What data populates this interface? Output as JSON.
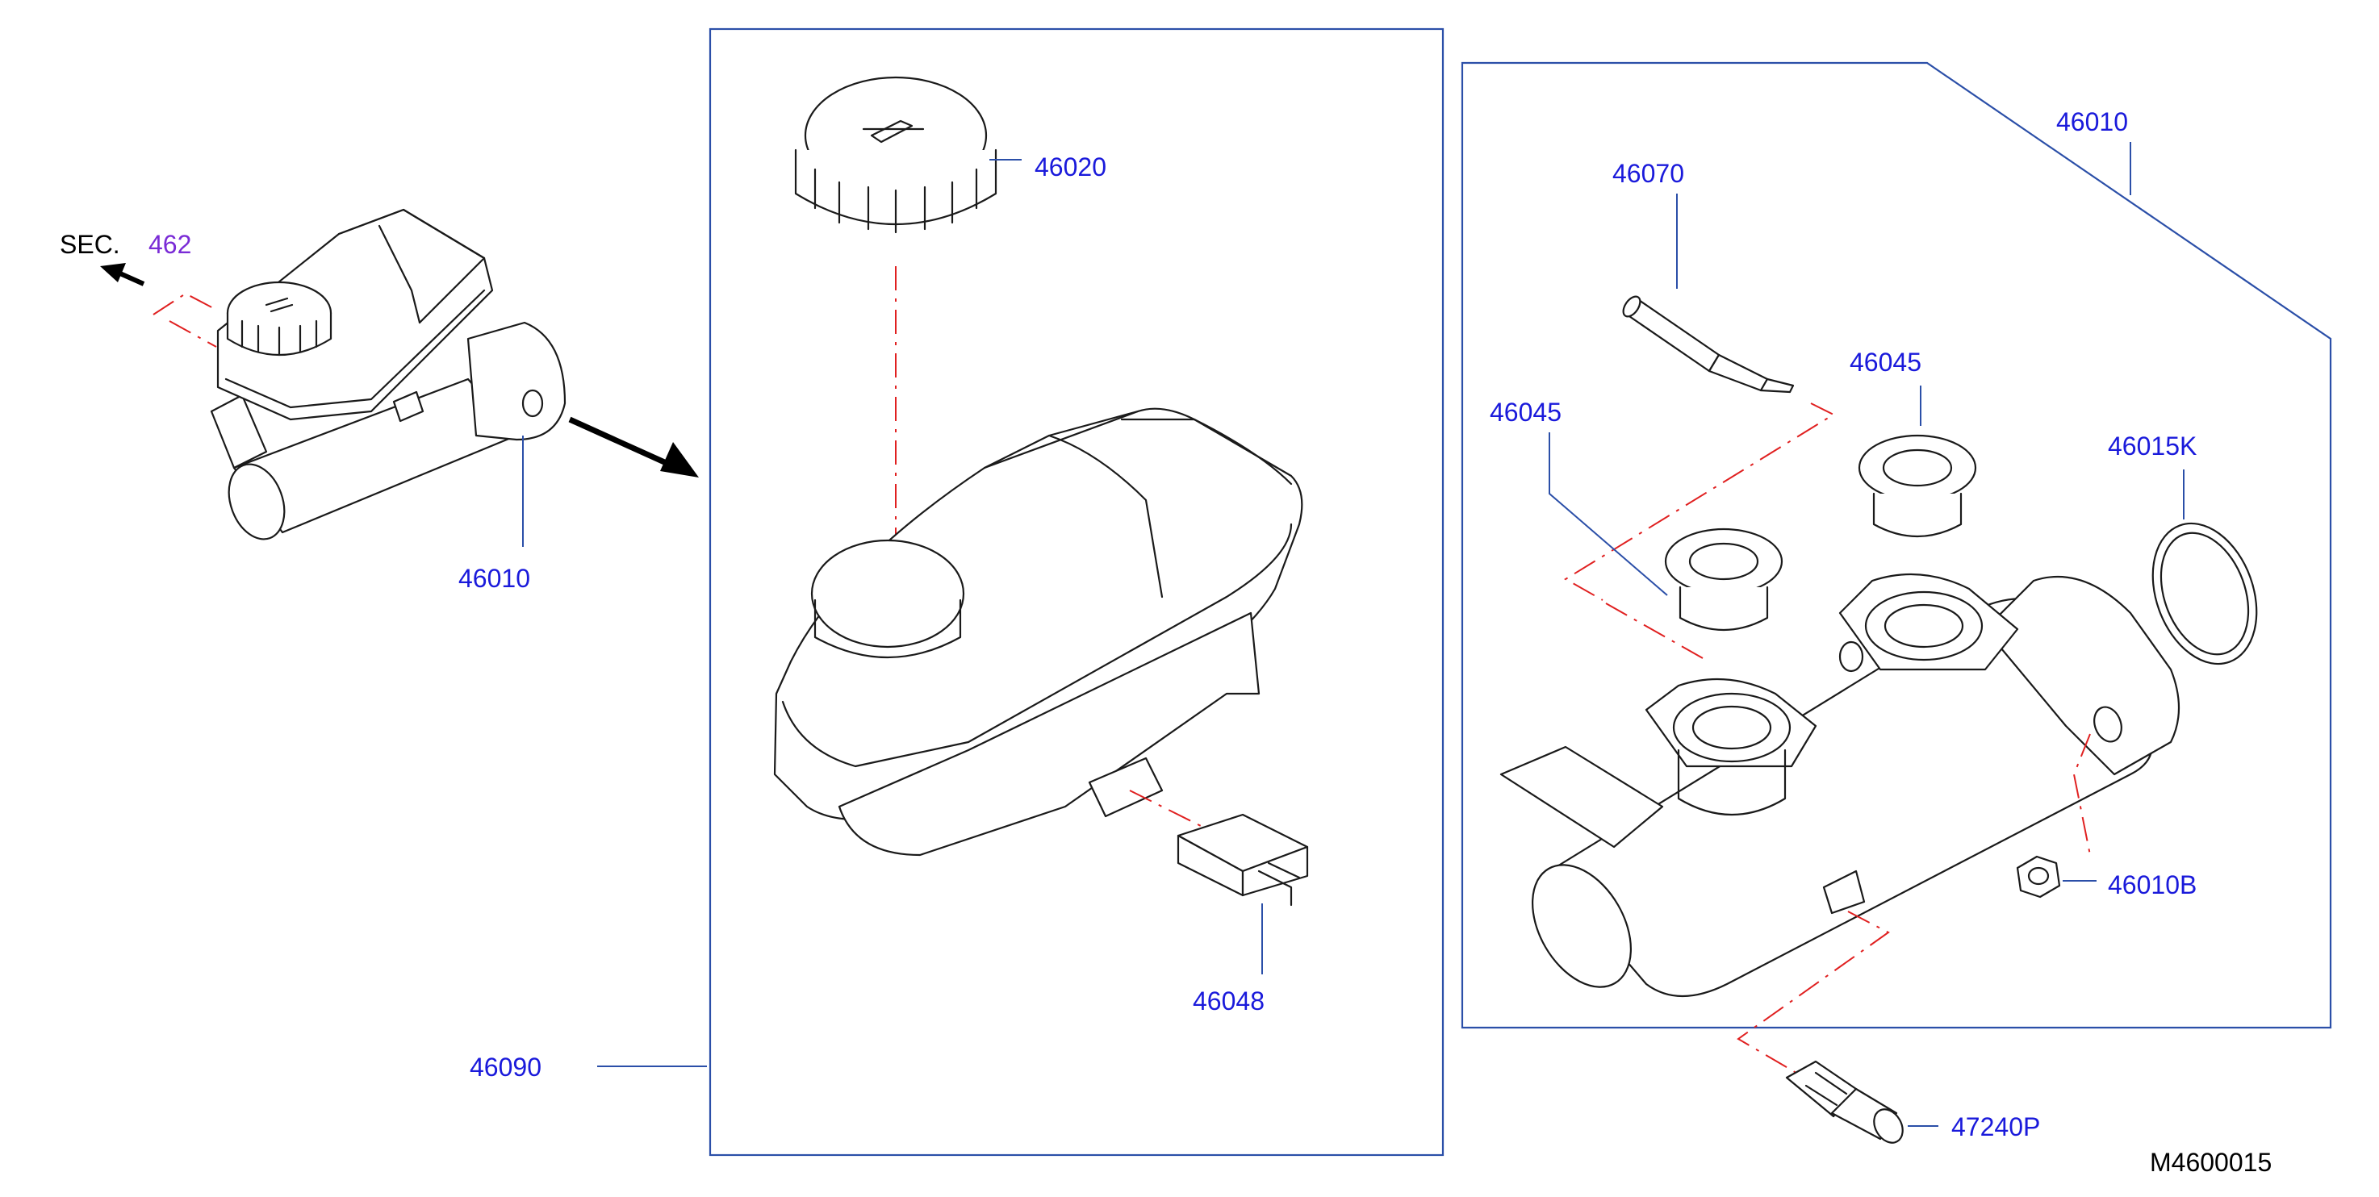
{
  "diagram_id": "M4600015",
  "section_reference": {
    "prefix": "SEC.",
    "number": "462"
  },
  "callouts": {
    "assembly_left": "46010",
    "reservoir_assembly": "46090",
    "cap": "46020",
    "grommet_clip": "46048",
    "master_cylinder": "46010",
    "pin": "46070",
    "seal_left": "46045",
    "seal_right": "46045",
    "o_ring": "46015K",
    "nut": "46010B",
    "sensor": "47240P"
  },
  "colors": {
    "callout_text": "#1a1adb",
    "section_number": "#7a2bd6",
    "frame_line": "#2b4fa8",
    "centerline": "#e02020",
    "part_outline": "#1a1a1a"
  }
}
